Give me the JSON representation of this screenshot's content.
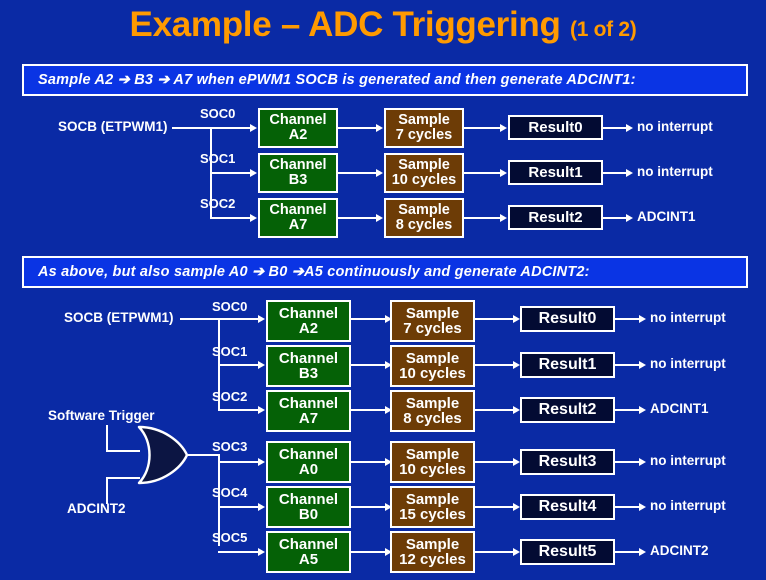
{
  "slide": {
    "title_main": "Example – ADC Triggering",
    "title_sub": "(1 of 2)",
    "bg_color": "#0a2aa5",
    "title_color": "#ff9a00",
    "banner_color": "#0a34e4",
    "channel_color": "#056106",
    "sample_color": "#6d3c06",
    "result_color": "#030b33"
  },
  "section1": {
    "banner": "Sample  A2 ➔ B3 ➔ A7 when ePWM1 SOCB is generated  and then generate  ADCINT1:",
    "trigger_label": "SOCB (ETPWM1)",
    "rows": [
      {
        "soc": "SOC0",
        "channel_l1": "Channel",
        "channel_l2": "A2",
        "sample_l1": "Sample",
        "sample_l2": "7 cycles",
        "result": "Result0",
        "interrupt": "no interrupt"
      },
      {
        "soc": "SOC1",
        "channel_l1": "Channel",
        "channel_l2": "B3",
        "sample_l1": "Sample",
        "sample_l2": "10 cycles",
        "result": "Result1",
        "interrupt": "no interrupt"
      },
      {
        "soc": "SOC2",
        "channel_l1": "Channel",
        "channel_l2": "A7",
        "sample_l1": "Sample",
        "sample_l2": "8 cycles",
        "result": "Result2",
        "interrupt": "ADCINT1"
      }
    ]
  },
  "section2": {
    "banner": "As above, but also sample  A0 ➔ B0 ➔A5 continuously  and generate  ADCINT2:",
    "trigger_label": "SOCB (ETPWM1)",
    "gate_input_top": "Software  Trigger",
    "gate_input_bottom": "ADCINT2",
    "rows": [
      {
        "soc": "SOC0",
        "channel_l1": "Channel",
        "channel_l2": "A2",
        "sample_l1": "Sample",
        "sample_l2": "7 cycles",
        "result": "Result0",
        "interrupt": "no interrupt"
      },
      {
        "soc": "SOC1",
        "channel_l1": "Channel",
        "channel_l2": "B3",
        "sample_l1": "Sample",
        "sample_l2": "10 cycles",
        "result": "Result1",
        "interrupt": "no interrupt"
      },
      {
        "soc": "SOC2",
        "channel_l1": "Channel",
        "channel_l2": "A7",
        "sample_l1": "Sample",
        "sample_l2": "8 cycles",
        "result": "Result2",
        "interrupt": "ADCINT1"
      },
      {
        "soc": "SOC3",
        "channel_l1": "Channel",
        "channel_l2": "A0",
        "sample_l1": "Sample",
        "sample_l2": "10 cycles",
        "result": "Result3",
        "interrupt": "no interrupt"
      },
      {
        "soc": "SOC4",
        "channel_l1": "Channel",
        "channel_l2": "B0",
        "sample_l1": "Sample",
        "sample_l2": "15 cycles",
        "result": "Result4",
        "interrupt": "no interrupt"
      },
      {
        "soc": "SOC5",
        "channel_l1": "Channel",
        "channel_l2": "A5",
        "sample_l1": "Sample",
        "sample_l2": "12 cycles",
        "result": "Result5",
        "interrupt": "ADCINT2"
      }
    ]
  }
}
